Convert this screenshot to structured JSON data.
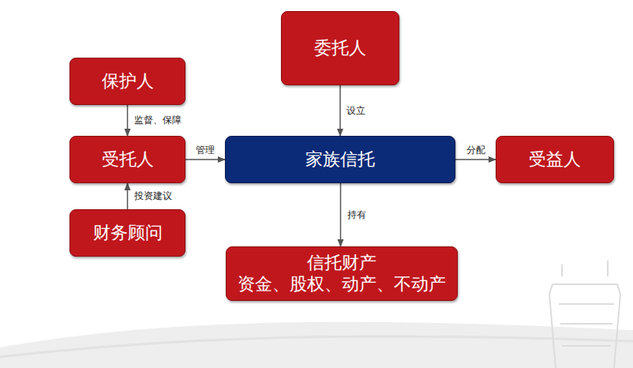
{
  "diagram": {
    "nodes": [
      {
        "text": [
          "保护人"
        ]
      },
      {
        "text": [
          "委托人"
        ]
      },
      {
        "text": [
          "受托人"
        ]
      },
      {
        "text": [
          "家族信托"
        ]
      },
      {
        "text": [
          "受益人"
        ]
      },
      {
        "text": [
          "财务顾问"
        ]
      },
      {
        "text": [
          "信托财产",
          "资金、股权、动产、不动产"
        ]
      }
    ],
    "edges": [
      {
        "from": 0,
        "to": 2,
        "label": "监督、保障",
        "arrow": "to"
      },
      {
        "from": 1,
        "to": 3,
        "label": "设立",
        "arrow": "to"
      },
      {
        "from": 2,
        "to": 3,
        "label": "管理",
        "arrow": "to"
      },
      {
        "from": 3,
        "to": 4,
        "label": "分配",
        "arrow": "to"
      },
      {
        "from": 5,
        "to": 2,
        "label": "投资建议",
        "arrow": "to"
      },
      {
        "from": 3,
        "to": 6,
        "label": "持有",
        "arrow": "to"
      }
    ]
  }
}
